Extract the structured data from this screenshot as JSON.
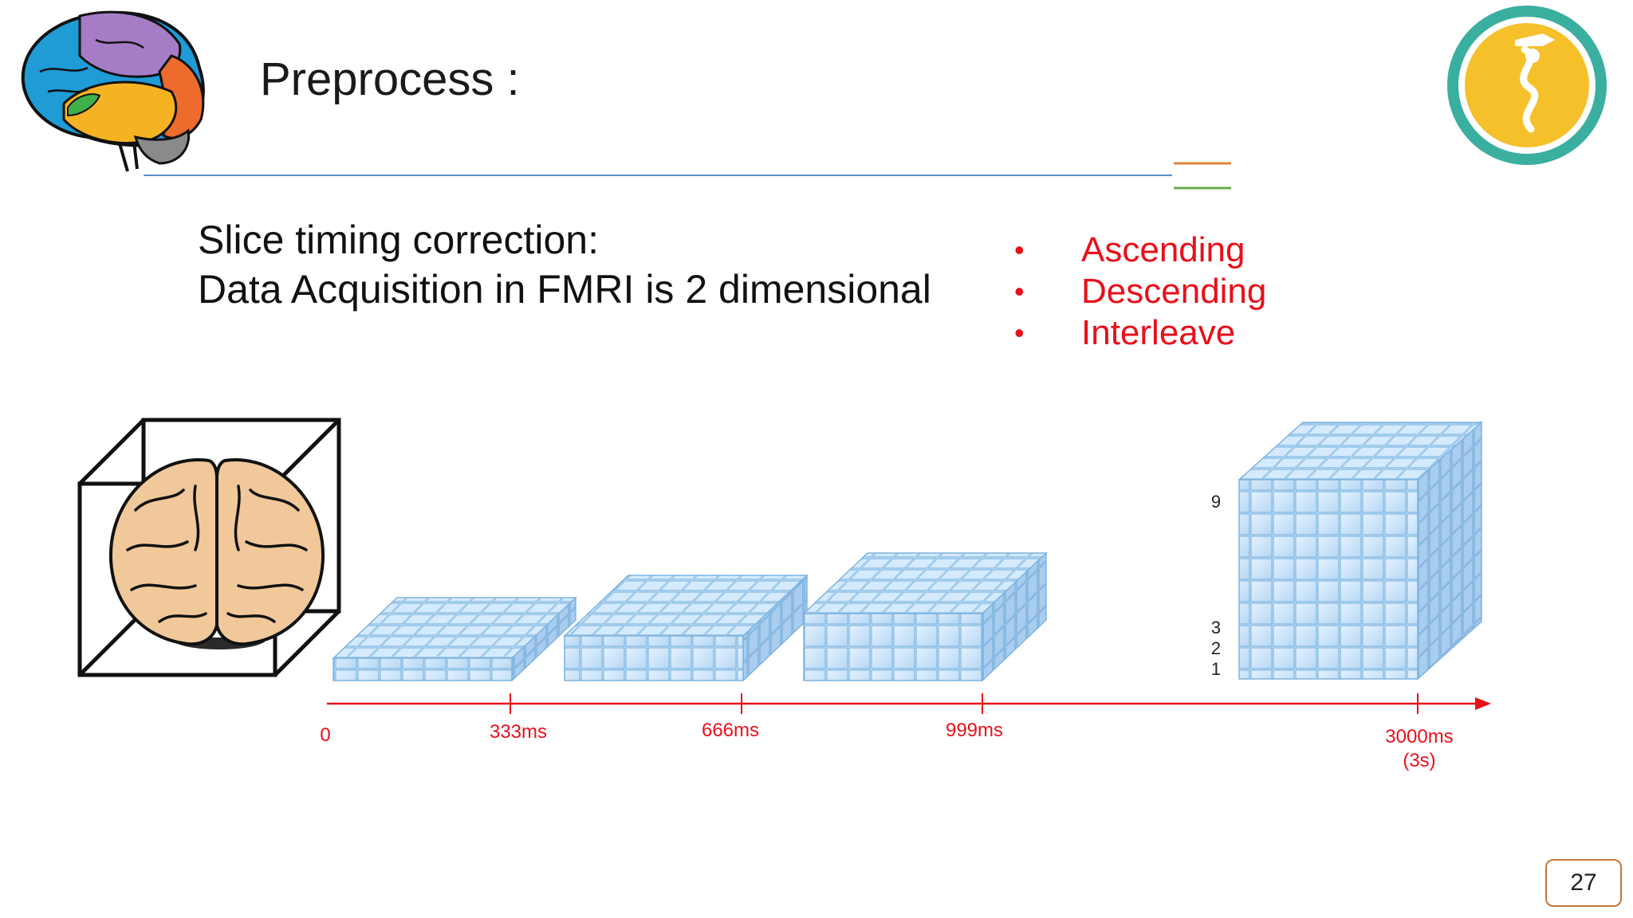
{
  "slide": {
    "title": "Preprocess :",
    "heading_line1": "Slice timing correction:",
    "heading_line2": "Data Acquisition in FMRI is 2 dimensional",
    "bullets": [
      "Ascending",
      "Descending",
      "Interleave"
    ],
    "page_number": "27"
  },
  "colors": {
    "accent_red": "#e8101a",
    "divider_blue": "#5b8ec8",
    "divider_orange": "#e0823a",
    "divider_green": "#6aa84f",
    "voxel_blue": "#bfdcf5",
    "logo_yellow": "#f5c02a",
    "logo_teal": "#3aafa0"
  },
  "timeline": {
    "ticks": [
      "0",
      "333ms",
      "666ms",
      "999ms",
      "3000ms",
      "(3s)"
    ]
  },
  "slice_numbers": [
    "9",
    "3",
    "2",
    "1"
  ],
  "stacks": [
    {
      "layers": 1
    },
    {
      "layers": 2
    },
    {
      "layers": 3
    },
    {
      "layers": 9
    }
  ]
}
